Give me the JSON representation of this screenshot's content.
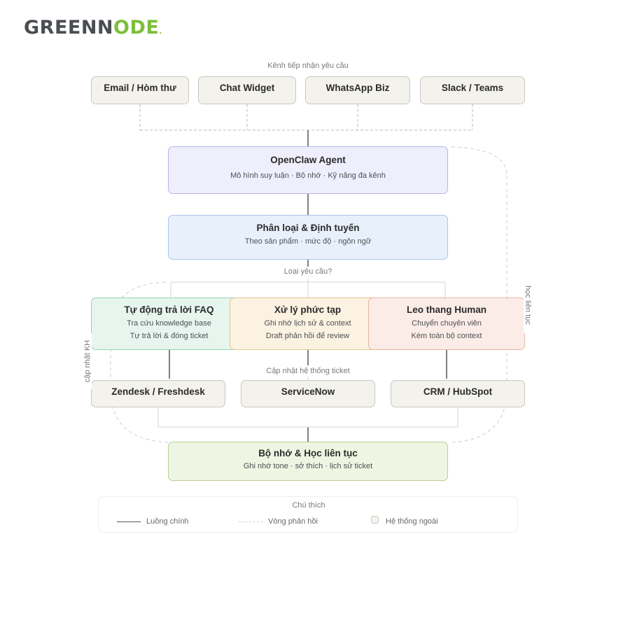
{
  "brand": {
    "logo_main": "GREENN",
    "logo_accent": "ODE",
    "logo_dot": "."
  },
  "intake": {
    "label": "Kênh tiếp nhận yêu cầu",
    "channels": [
      "Email / Hòm thư",
      "Chat Widget",
      "WhatsApp Biz",
      "Slack / Teams"
    ]
  },
  "agent": {
    "title": "OpenClaw Agent",
    "subtitle": "Mô hình suy luận · Bộ nhớ · Kỹ năng đa kênh"
  },
  "routing": {
    "title": "Phân loại & Định tuyến",
    "subtitle": "Theo sản phẩm · mức độ · ngôn ngữ"
  },
  "request_type_label": "Loại yêu cầu?",
  "handlers": [
    {
      "title": "Tự động trả lời FAQ",
      "line1": "Tra cứu knowledge base",
      "line2": "Tự trả lời & đóng ticket"
    },
    {
      "title": "Xử lý phức tạp",
      "line1": "Ghi nhớ lịch sử & context",
      "line2": "Draft phản hồi để review"
    },
    {
      "title": "Leo thang Human",
      "line1": "Chuyển chuyên viên",
      "line2": "Kèm toàn bộ context"
    }
  ],
  "ticket_update_label": "Cập nhật hệ thống ticket",
  "systems": [
    "Zendesk / Freshdesk",
    "ServiceNow",
    "CRM / HubSpot"
  ],
  "memory": {
    "title": "Bộ nhớ & Học liên tục",
    "subtitle": "Ghi nhớ tone · sở thích · lịch sử ticket"
  },
  "side_labels": {
    "left": "cập nhật KH",
    "right": "học liên tục"
  },
  "legend": {
    "title": "Chú thích",
    "main_flow": "Luồng chính",
    "feedback_loop": "Vòng phản hồi",
    "external_system": "Hệ thống ngoài"
  },
  "colors": {
    "main_line": "#555555",
    "dashed_line": "#cfcfcf",
    "external_fill": "#f3f2ec",
    "agent_fill": "#efeefc",
    "routing_fill": "#e8f1fb",
    "faq_fill": "#e6f6ef",
    "complex_fill": "#fbf2e2",
    "human_fill": "#fbece7",
    "memory_fill": "#eef5e2",
    "brand_green": "#7cbf3a"
  }
}
